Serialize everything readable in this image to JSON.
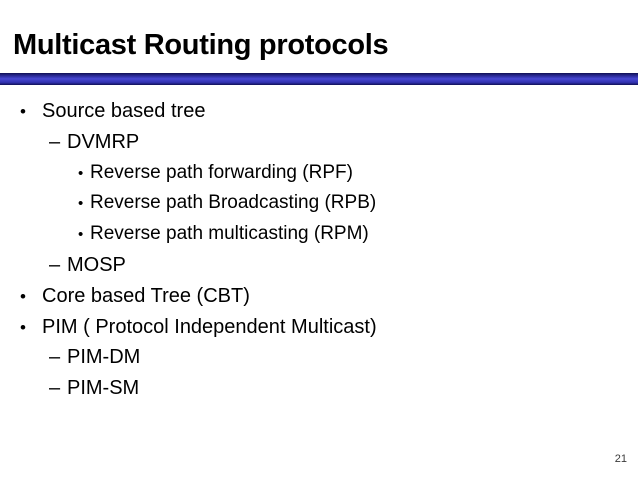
{
  "slide": {
    "title": "Multicast Routing protocols",
    "title_color": "#000000",
    "text_color": "#000000",
    "accent_bar": {
      "top": "#0f0f52",
      "upper": "#26268e",
      "mid": "#4747d1",
      "lower": "#3232b2",
      "bottom": "#101055"
    },
    "bullets": [
      {
        "level": 1,
        "marker": "•",
        "text": "Source based tree"
      },
      {
        "level": 2,
        "marker": "–",
        "text": "DVMRP"
      },
      {
        "level": 3,
        "marker": "•",
        "text": "Reverse path forwarding (RPF)"
      },
      {
        "level": 3,
        "marker": "•",
        "text": "Reverse path Broadcasting (RPB)"
      },
      {
        "level": 3,
        "marker": "•",
        "text": "Reverse path multicasting (RPM)"
      },
      {
        "level": 2,
        "marker": "–",
        "text": "MOSP"
      },
      {
        "level": 1,
        "marker": "•",
        "text": "Core based Tree (CBT)"
      },
      {
        "level": 1,
        "marker": "•",
        "text": "PIM ( Protocol Independent Multicast)"
      },
      {
        "level": 2,
        "marker": "–",
        "text": "PIM-DM"
      },
      {
        "level": 2,
        "marker": "–",
        "text": "PIM-SM"
      }
    ],
    "page_number": "21"
  }
}
